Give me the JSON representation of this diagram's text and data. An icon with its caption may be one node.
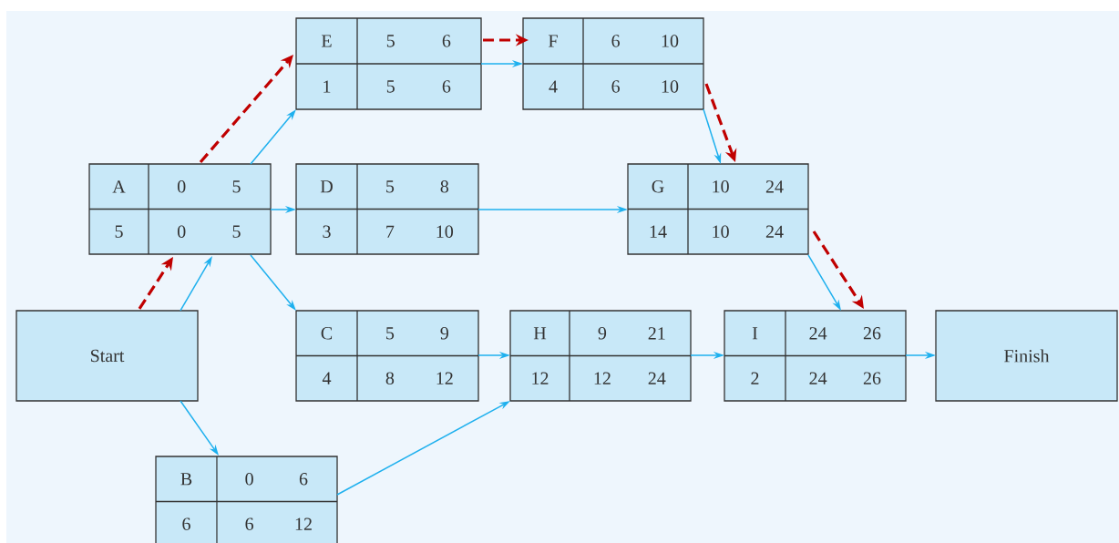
{
  "diagram": {
    "nodes": [
      {
        "text": [
          "E",
          "5",
          "6",
          "1",
          "5",
          "6"
        ]
      },
      {
        "text": [
          "F",
          "6",
          "10",
          "4",
          "6",
          "10"
        ]
      },
      {
        "text": [
          "A",
          "0",
          "5",
          "5",
          "0",
          "5"
        ]
      },
      {
        "text": [
          "D",
          "5",
          "8",
          "3",
          "7",
          "10"
        ]
      },
      {
        "text": [
          "G",
          "10",
          "24",
          "14",
          "10",
          "24"
        ]
      },
      {
        "text": [
          "Start"
        ]
      },
      {
        "text": [
          "C",
          "5",
          "9",
          "4",
          "8",
          "12"
        ]
      },
      {
        "text": [
          "H",
          "9",
          "21",
          "12",
          "12",
          "24"
        ]
      },
      {
        "text": [
          "I",
          "24",
          "26",
          "2",
          "24",
          "26"
        ]
      },
      {
        "text": [
          "Finish"
        ]
      },
      {
        "text": [
          "B",
          "0",
          "6",
          "6",
          "6",
          "12"
        ]
      }
    ],
    "edges": [
      {
        "from": 5,
        "to": 2,
        "arrow": "to"
      },
      {
        "from": 5,
        "to": 10,
        "arrow": "to"
      },
      {
        "from": 2,
        "to": 0,
        "arrow": "to"
      },
      {
        "from": 2,
        "to": 3,
        "arrow": "to"
      },
      {
        "from": 2,
        "to": 6,
        "arrow": "to"
      },
      {
        "from": 0,
        "to": 1,
        "arrow": "to"
      },
      {
        "from": 1,
        "to": 4,
        "arrow": "to"
      },
      {
        "from": 3,
        "to": 4,
        "arrow": "to"
      },
      {
        "from": 4,
        "to": 8,
        "arrow": "to"
      },
      {
        "from": 6,
        "to": 7,
        "arrow": "to"
      },
      {
        "from": 10,
        "to": 7,
        "arrow": "to"
      },
      {
        "from": 7,
        "to": 8,
        "arrow": "to"
      },
      {
        "from": 8,
        "to": 9,
        "arrow": "to"
      },
      {
        "from": 5,
        "to": 2,
        "arrow": "to",
        "style": "dashed",
        "color": "#c00000"
      },
      {
        "from": 2,
        "to": 0,
        "arrow": "to",
        "style": "dashed",
        "color": "#c00000"
      },
      {
        "from": 0,
        "to": 1,
        "arrow": "to",
        "style": "dashed",
        "color": "#c00000"
      },
      {
        "from": 1,
        "to": 4,
        "arrow": "to",
        "style": "dashed",
        "color": "#c00000"
      },
      {
        "from": 4,
        "to": 8,
        "arrow": "to",
        "style": "dashed",
        "color": "#c00000"
      }
    ]
  }
}
